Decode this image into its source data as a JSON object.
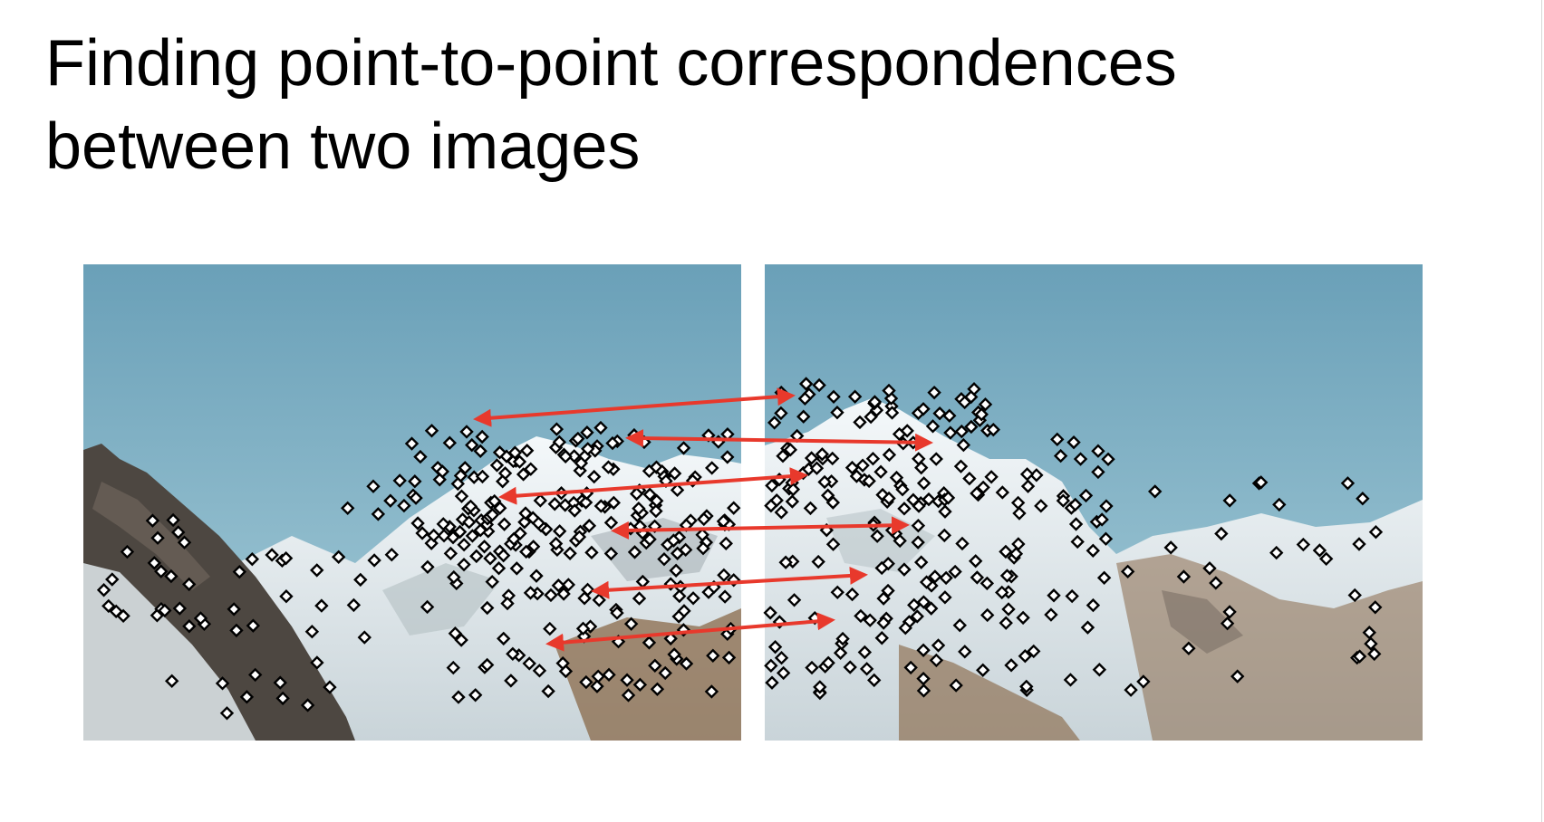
{
  "slide": {
    "title_line1": "Finding point-to-point correspondences",
    "title_line2": "between two images"
  },
  "colors": {
    "sky_top": "#6aa0b8",
    "sky_bottom": "#a7cdd9",
    "snow": "#eef3f5",
    "rock_dark": "#4d4741",
    "rock_brown": "#8a6a4a",
    "feature_point": "#ffffff",
    "feature_outline": "#000000",
    "correspondence_arrow": "#e8392c"
  },
  "figure": {
    "left_image": "mountain-photo-left",
    "right_image": "mountain-photo-right",
    "feature_marker_icon": "diamond-icon",
    "arrow_icon": "double-headed-arrow-icon"
  }
}
